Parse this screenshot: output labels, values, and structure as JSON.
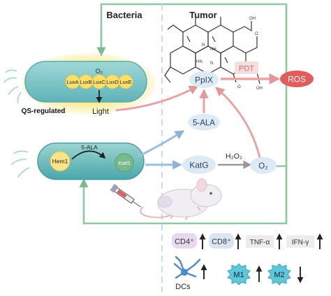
{
  "headers": {
    "bacteria": "Bacteria",
    "tumor": "Tumor"
  },
  "bacterium_top": {
    "o2": "O₂",
    "lux_genes": [
      "LuxA",
      "LuxB",
      "LuxC",
      "LuxD",
      "LuxE"
    ],
    "light": "Light",
    "qs_label": "QS-regulated"
  },
  "bacterium_bottom": {
    "hem1": "Hem1",
    "ala": "5-ALA",
    "katg": "KatG"
  },
  "tumor": {
    "pplx": "PpIX",
    "pdt": "PDT",
    "ros": "ROS",
    "ala": "5-ALA",
    "katg": "KatG",
    "h2o2": "H₂O₂",
    "o2": "O₂"
  },
  "immune": {
    "cd4": "CD4⁺",
    "cd8": "CD8⁺",
    "tnf": "TNF-α",
    "ifn": "IFN-γ",
    "dcs": "DCs",
    "m1": "M1",
    "m2": "M2"
  },
  "colors": {
    "loop_green": "#8fc7a2",
    "ros_red": "#e05d5d",
    "pplx_blue": "#dceaf6",
    "bacteria_teal": "#6fc2c6",
    "arrow_pink": "#e8a3a3",
    "arrow_blue": "#9bbde0"
  }
}
